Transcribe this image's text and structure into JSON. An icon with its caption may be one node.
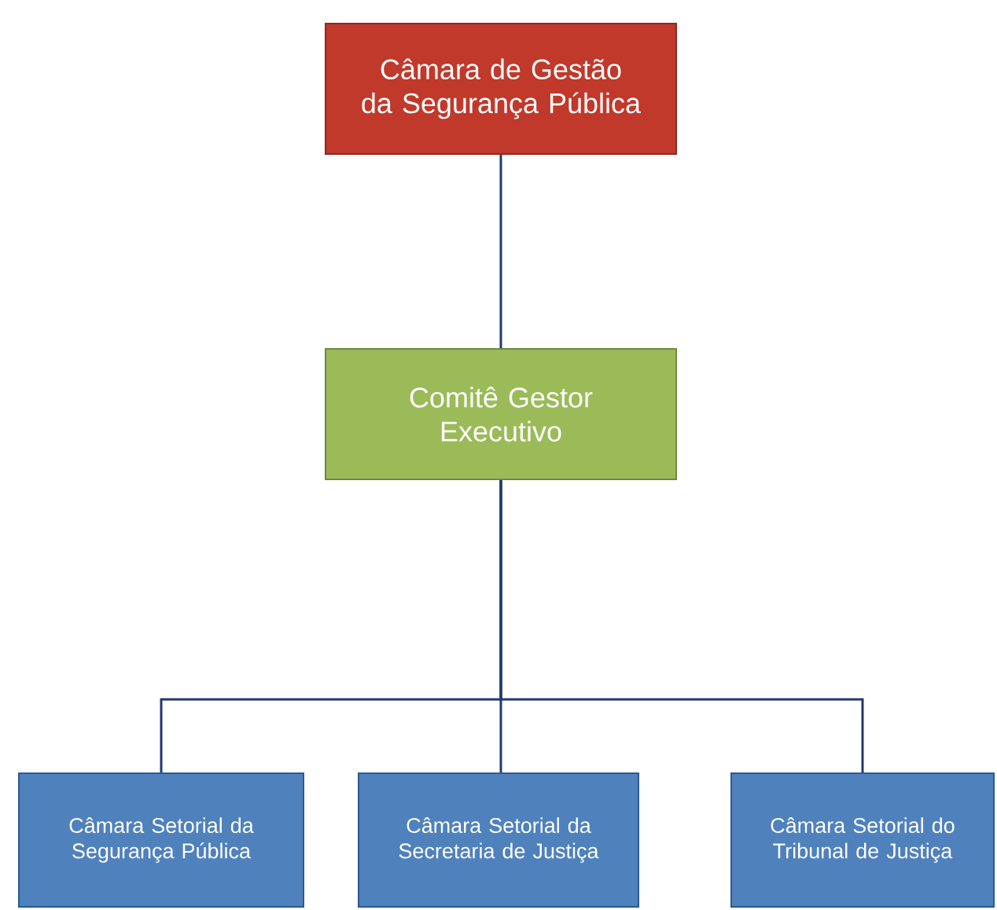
{
  "diagram": {
    "nodes": [
      {
        "text": [
          "Câmara de Gestão da Segurança Pública"
        ]
      },
      {
        "text": [
          "Comitê Gestor Executivo"
        ]
      },
      {
        "text": [
          "Câmara Setorial da Segurança Pública"
        ]
      },
      {
        "text": [
          "Câmara Setorial da Secretaria de Justiça"
        ]
      },
      {
        "text": [
          "Câmara Setorial do Tribunal de Justiça"
        ]
      }
    ],
    "edges": [
      {
        "from": 0,
        "to": 1,
        "arrow": "none"
      },
      {
        "from": 1,
        "to": 2,
        "arrow": "none"
      },
      {
        "from": 1,
        "to": 3,
        "arrow": "none"
      },
      {
        "from": 1,
        "to": 4,
        "arrow": "none"
      }
    ]
  }
}
